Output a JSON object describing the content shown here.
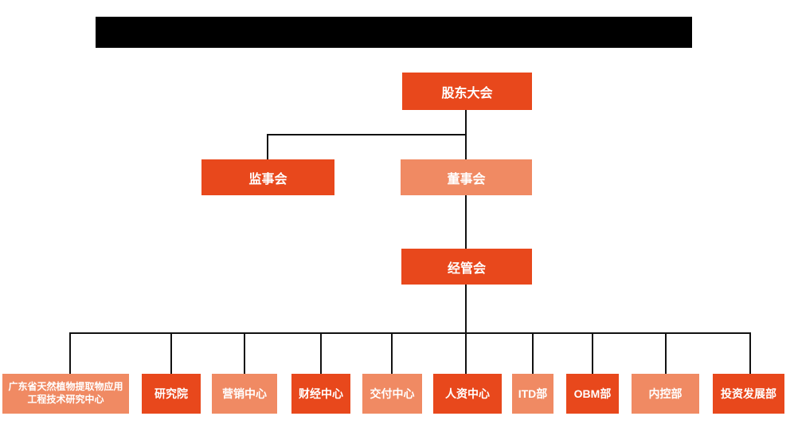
{
  "colors": {
    "primary_orange": "#e8481c",
    "secondary_orange": "#f08a63",
    "connector_line": "#111111",
    "redacted_bar": "#000000",
    "node_text": "#ffffff",
    "background": "#ffffff"
  },
  "org": {
    "root": {
      "label": "股东大会"
    },
    "supervisors": {
      "label": "监事会"
    },
    "directors": {
      "label": "董事会"
    },
    "management": {
      "label": "经管会"
    },
    "departments": [
      {
        "label": "广东省天然植物提取物应用工程技术研究中心"
      },
      {
        "label": "研究院"
      },
      {
        "label": "营销中心"
      },
      {
        "label": "财经中心"
      },
      {
        "label": "交付中心"
      },
      {
        "label": "人资中心"
      },
      {
        "label": "ITD部"
      },
      {
        "label": "OBM部"
      },
      {
        "label": "内控部"
      },
      {
        "label": "投资发展部"
      }
    ]
  }
}
